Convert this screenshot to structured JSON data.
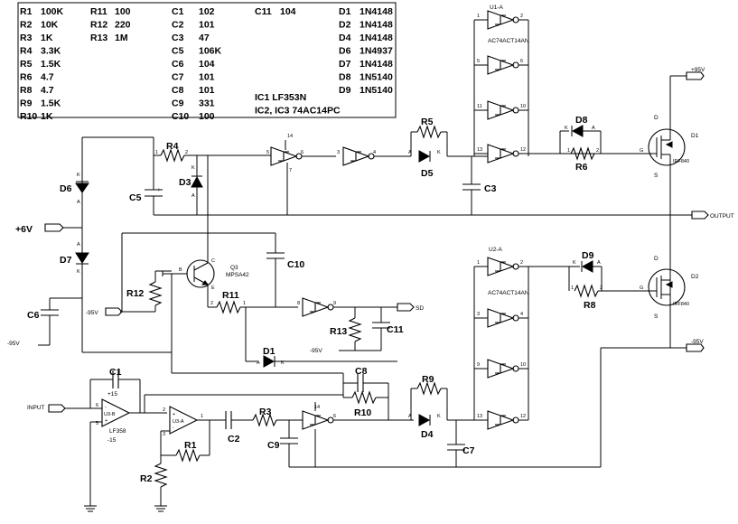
{
  "bom": {
    "col1": [
      {
        "ref": "R1",
        "val": "100K"
      },
      {
        "ref": "R2",
        "val": "10K"
      },
      {
        "ref": "R3",
        "val": "1K"
      },
      {
        "ref": "R4",
        "val": "3.3K"
      },
      {
        "ref": "R5",
        "val": "1.5K"
      },
      {
        "ref": "R6",
        "val": "4.7"
      },
      {
        "ref": "R8",
        "val": "4.7"
      },
      {
        "ref": "R9",
        "val": "1.5K"
      },
      {
        "ref": "R10",
        "val": "1K"
      }
    ],
    "col2": [
      {
        "ref": "R11",
        "val": "100"
      },
      {
        "ref": "R12",
        "val": "220"
      },
      {
        "ref": "R13",
        "val": "1M"
      }
    ],
    "col3": [
      {
        "ref": "C1",
        "val": "102"
      },
      {
        "ref": "C2",
        "val": "101"
      },
      {
        "ref": "C3",
        "val": "47"
      },
      {
        "ref": "C5",
        "val": "106K"
      },
      {
        "ref": "C6",
        "val": "104"
      },
      {
        "ref": "C7",
        "val": "101"
      },
      {
        "ref": "C8",
        "val": "101"
      },
      {
        "ref": "C9",
        "val": "331"
      },
      {
        "ref": "C10",
        "val": "100"
      }
    ],
    "col4": [
      {
        "ref": "C11",
        "val": "104"
      }
    ],
    "col5": [
      {
        "ref": "D1",
        "val": "1N4148"
      },
      {
        "ref": "D2",
        "val": "1N4148"
      },
      {
        "ref": "D4",
        "val": "1N4148"
      },
      {
        "ref": "D6",
        "val": "1N4937"
      },
      {
        "ref": "D7",
        "val": "1N4148"
      },
      {
        "ref": "D8",
        "val": "1N5140"
      },
      {
        "ref": "D9",
        "val": "1N5140"
      }
    ],
    "ic_lines": [
      "IC1  LF353N",
      "IC2, IC3  74AC14PC"
    ]
  },
  "nets": {
    "plus6v": "+6V",
    "minus95v": "-95V",
    "minus95v_b": "-95V",
    "minus95v_c": "-95V",
    "plus95v": "+95V",
    "minus95v_d": "-95V",
    "output": "OUTPUT",
    "sd": "SD",
    "input": "INPUT",
    "plus15": "+15",
    "minus15": "-15"
  },
  "refs": {
    "R1": "R1",
    "R2": "R2",
    "R4": "R4",
    "R5": "R5",
    "R6": "R6",
    "R8": "R8",
    "R9": "R9",
    "R10": "R10",
    "R11": "R11",
    "R12": "R12",
    "R13": "R13",
    "R3": "R3",
    "C1": "C1",
    "C2": "C2",
    "C3": "C3",
    "C5": "C5",
    "C6": "C6",
    "C7": "C7",
    "C8": "C8",
    "C9": "C9",
    "C10": "C10",
    "C11": "C11",
    "D1": "D1",
    "D3": "D3",
    "D4": "D4",
    "D5": "D5",
    "D6": "D6",
    "D7": "D7",
    "D8": "D8",
    "D9": "D9",
    "Q_D1": "D1",
    "Q_D2": "D2"
  },
  "parts": {
    "u1a": "U1-A",
    "u1a_type": "AC74ACT14AN",
    "u2a": "U2-A",
    "u2a_type": "AC74ACT14AN",
    "q3": "Q3",
    "q3_type": "MPSA42",
    "u3b": "U3-B",
    "u3b_type": "LF358",
    "u3a": "U3-A",
    "mosfet_type": "IRF840",
    "mosfet_type_b": "IRF840",
    "d": "D",
    "s": "S",
    "g": "G",
    "d_b": "D",
    "s_b": "S",
    "g_b": "G"
  }
}
